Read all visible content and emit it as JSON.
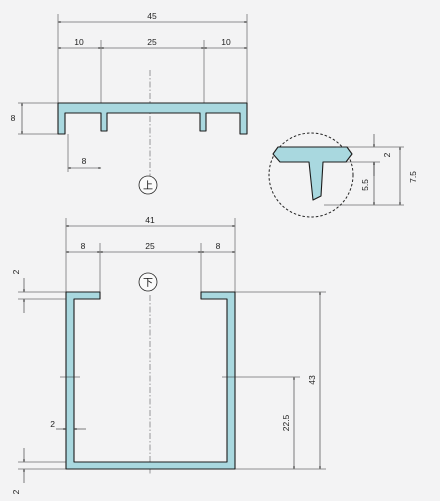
{
  "top_view": {
    "label": "上",
    "dims": {
      "overall": "45",
      "left_lip": "10",
      "middle": "25",
      "right_lip": "10",
      "height": "8",
      "slot_offset": "8"
    }
  },
  "detail_view": {
    "dims": {
      "flange": "2",
      "stem": "5.5",
      "total": "7.5"
    }
  },
  "bottom_view": {
    "label": "下",
    "dims": {
      "overall": "41",
      "left_lip": "8",
      "middle": "25",
      "right_lip": "8",
      "top_thickness": "2",
      "wall": "2",
      "mid_height": "22.5",
      "total_height": "43",
      "bottom_thickness": "2"
    }
  },
  "colors": {
    "profile_fill": "#a9d8df",
    "line": "#1c1c1c",
    "background": "#f3f3f4"
  }
}
